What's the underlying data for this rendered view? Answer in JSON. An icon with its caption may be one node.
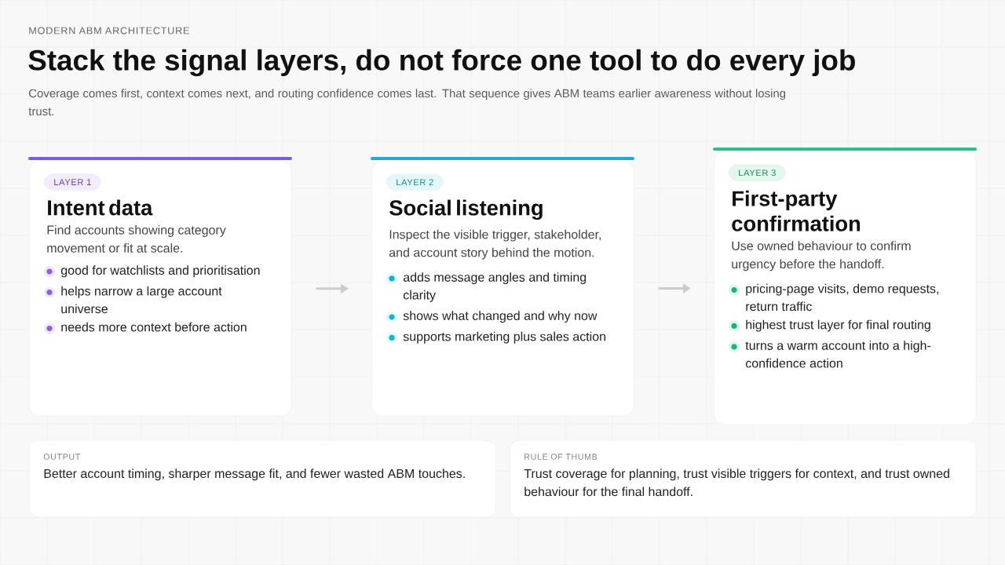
{
  "diagram": {
    "title": "Stack the signal layers, do not force one tool to do every job",
    "nodes": [
      {
        "text": [
          "LAYER 1",
          "Intent data",
          "Find accounts showing category movement or fit at scale.",
          "good for watchlists and prioritisation",
          "helps narrow a large account universe",
          "needs more context before action"
        ]
      },
      {
        "text": [
          "LAYER 2",
          "Social listening",
          "Inspect the visible trigger, stakeholder, and account story behind the motion.",
          "adds message angles and timing clarity",
          "shows what changed and why now",
          "supports marketing plus sales action"
        ]
      },
      {
        "text": [
          "LAYER 3",
          "First-party confirmation",
          "Use owned behaviour to confirm urgency before the handoff.",
          "pricing-page visits, demo requests, return traffic",
          "highest trust layer for final routing",
          "turns a warm account into a high-confidence action"
        ]
      },
      {
        "text": [
          "OUTPUT",
          "Better account timing, sharper message fit, and fewer wasted ABM touches."
        ]
      },
      {
        "text": [
          "RULE OF THUMB",
          "Trust coverage for planning, trust visible triggers for context, and trust owned behaviour for the final handoff."
        ]
      }
    ],
    "edges": [
      {
        "from": 0,
        "to": 1,
        "arrow": "to"
      },
      {
        "from": 1,
        "to": 2,
        "arrow": "to"
      }
    ],
    "labels": [
      "MODERN ABM ARCHITECTURE",
      "Coverage comes first, context comes next, and routing confidence comes last. That sequence gives ABM teams earlier awareness without losing trust."
    ]
  }
}
